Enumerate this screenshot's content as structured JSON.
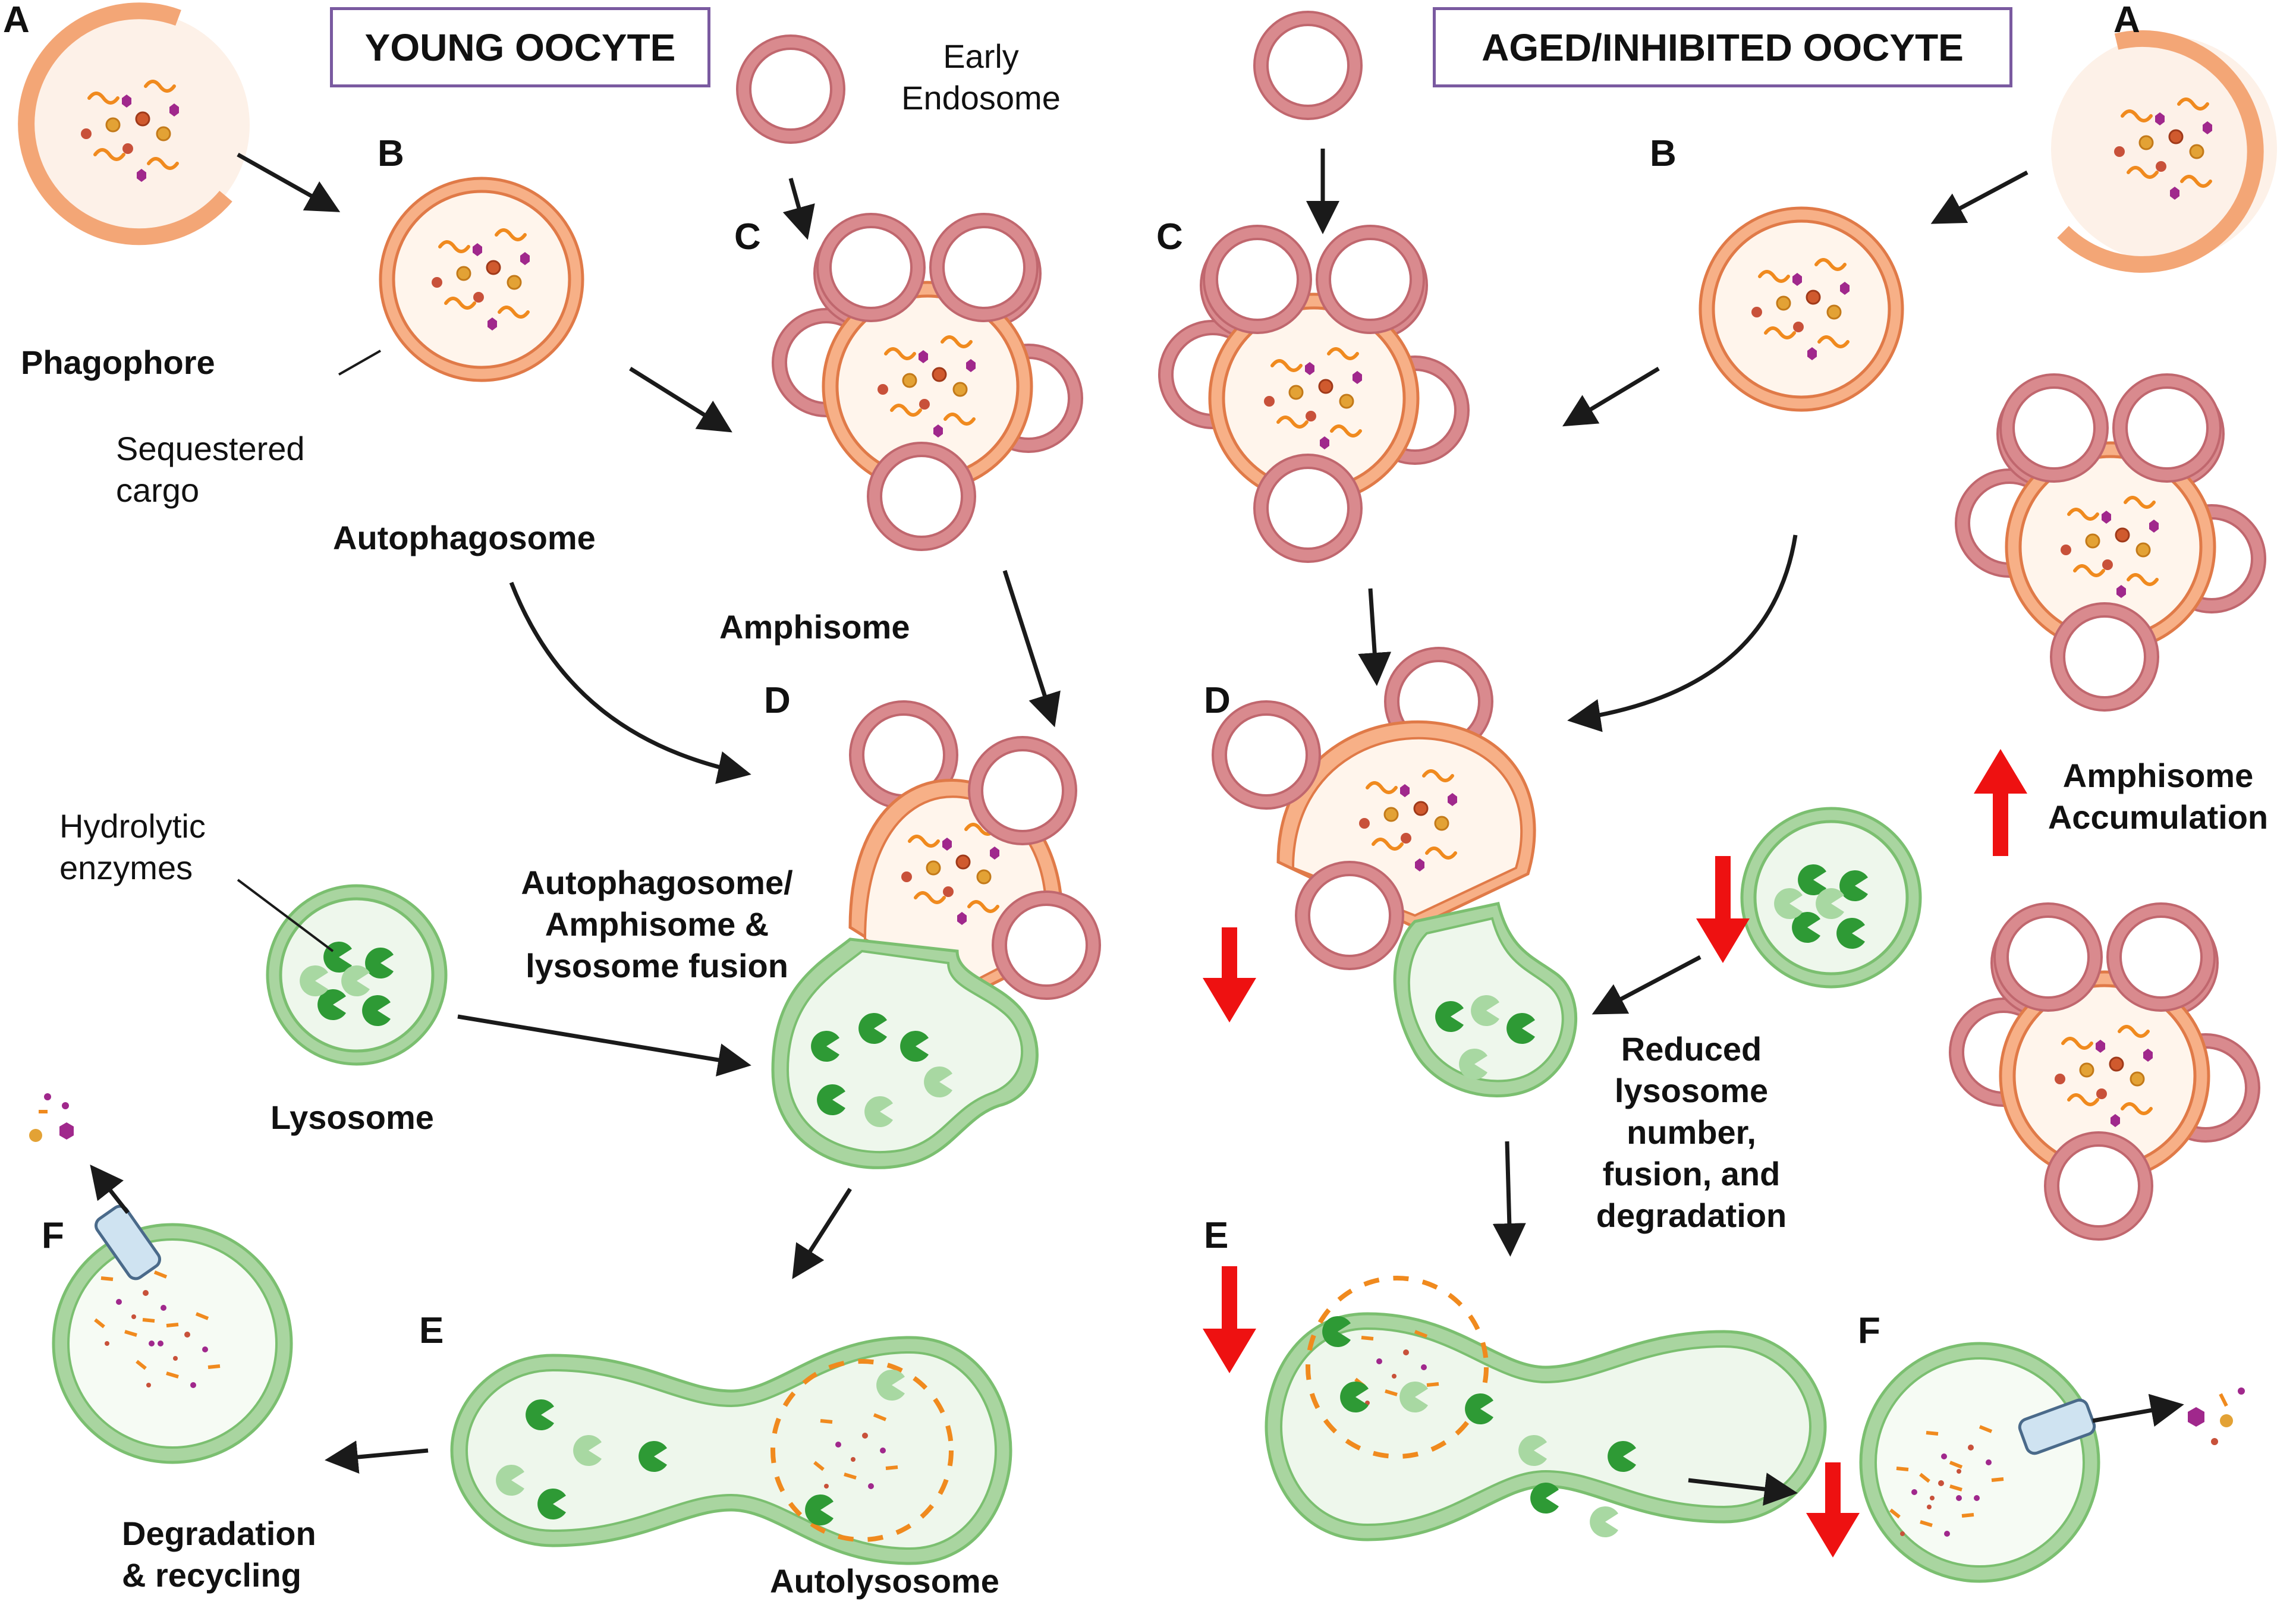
{
  "titles": {
    "young": "YOUNG OOCYTE",
    "aged": "AGED/INHIBITED OOCYTE"
  },
  "letters": {
    "A": "A",
    "B": "B",
    "C": "C",
    "D": "D",
    "E": "E",
    "F": "F"
  },
  "labels": {
    "early_endosome_line1": "Early",
    "early_endosome_line2": "Endosome",
    "phagophore": "Phagophore",
    "sequestered_line1": "Sequestered",
    "sequestered_line2": "cargo",
    "autophagosome": "Autophagosome",
    "amphisome": "Amphisome",
    "hydrolytic_line1": "Hydrolytic",
    "hydrolytic_line2": "enzymes",
    "fusion_line1": "Autophagosome/",
    "fusion_line2": "Amphisome &",
    "fusion_line3": "lysosome fusion",
    "lysosome": "Lysosome",
    "degradation_line1": "Degradation",
    "degradation_line2": "& recycling",
    "autolysosome": "Autolysosome",
    "accumulation_line1": "Amphisome",
    "accumulation_line2": "Accumulation",
    "reduced_line1": "Reduced",
    "reduced_line2": "lysosome",
    "reduced_line3": "number,",
    "reduced_line4": "fusion, and",
    "reduced_line5": "degradation"
  },
  "colors": {
    "membrane_orange": "#ef9a6a",
    "membrane_orange_dark": "#e07a48",
    "endosome_red": "#d98a8e",
    "endosome_red_dark": "#c0676e",
    "lysosome_green": "#a9d5a0",
    "lysosome_green_dark": "#7bbf70",
    "enzyme_green": "#2e9a35",
    "cargo_orange": "#f08a1e",
    "cargo_red": "#c8513a",
    "cargo_purple": "#a0288c",
    "arrow_red": "#ee1111",
    "title_border": "#7a5aa0"
  }
}
